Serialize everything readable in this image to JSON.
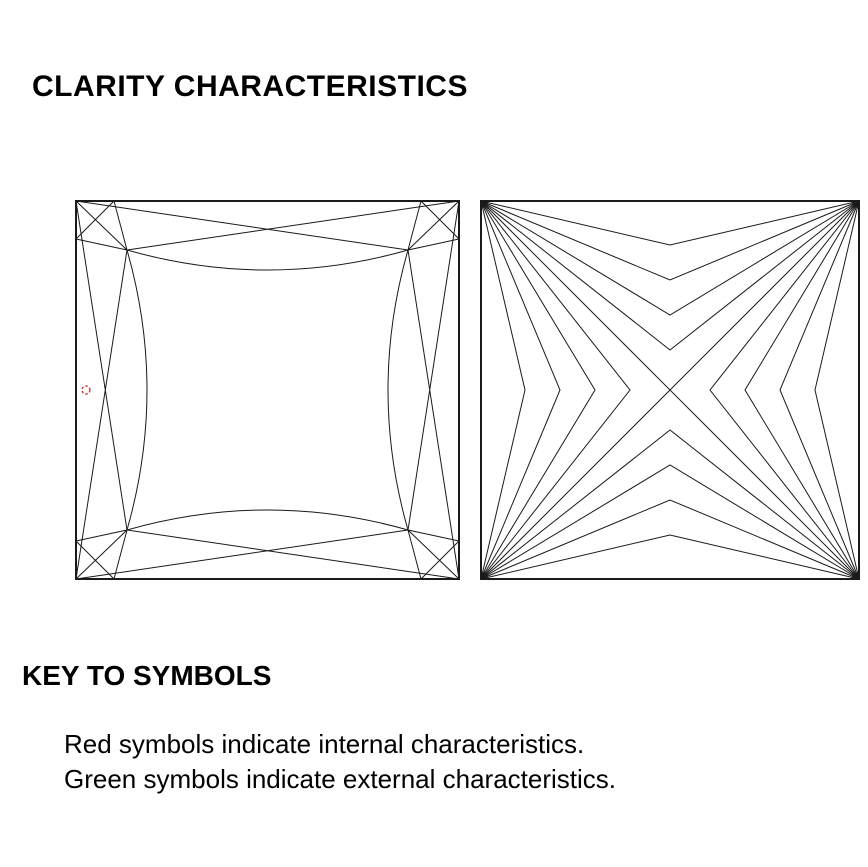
{
  "page": {
    "title": "CLARITY CHARACTERISTICS"
  },
  "key": {
    "heading": "KEY TO SYMBOLS",
    "lines": [
      "Red symbols indicate internal characteristics.",
      "Green symbols indicate external characteristics."
    ]
  },
  "colors": {
    "plot_line": "#1a1a1a",
    "internal_symbol": "#cc2a2a",
    "background": "#ffffff"
  },
  "symbols": [
    {
      "icon": "red-dashed-circle-icon",
      "diagram": "crown-view",
      "position": "left-edge-middle"
    }
  ]
}
